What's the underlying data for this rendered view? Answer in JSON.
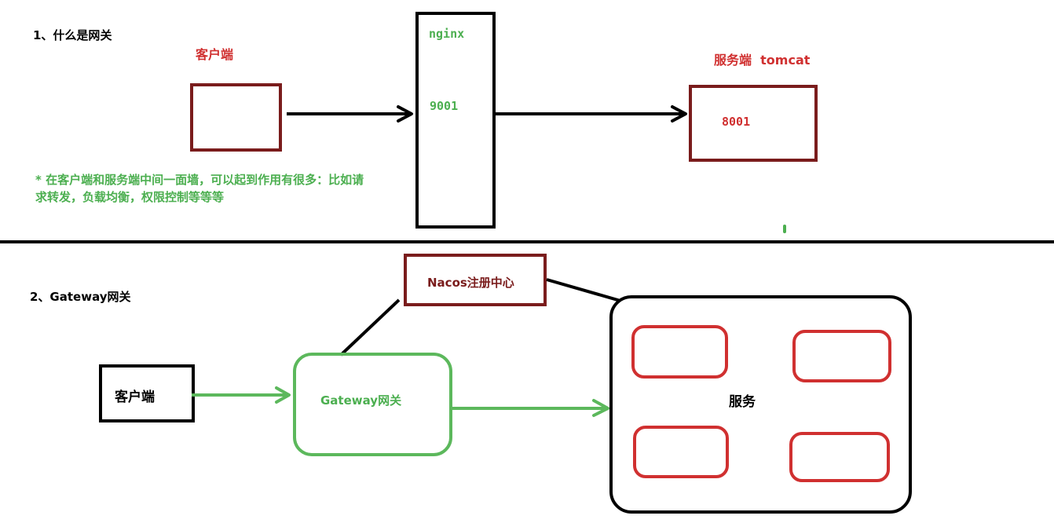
{
  "section1": {
    "heading": "1、什么是网关",
    "client_label": "客户端",
    "nginx_label": "nginx",
    "nginx_port": "9001",
    "server_label": "服务端  tomcat",
    "server_port": "8001",
    "note": "* 在客户端和服务端中间一面墙，可以起到作用有很多：比如请求转发，负载均衡，权限控制等等等"
  },
  "section2": {
    "heading": "2、Gateway网关",
    "nacos_label": "Nacos注册中心",
    "client_label": "客户端",
    "gateway_label": "Gateway网关",
    "services_label": "服务"
  },
  "colors": {
    "dark_red": "#7a1c1c",
    "red": "#d03030",
    "green": "#4caf50",
    "black": "#000000"
  }
}
